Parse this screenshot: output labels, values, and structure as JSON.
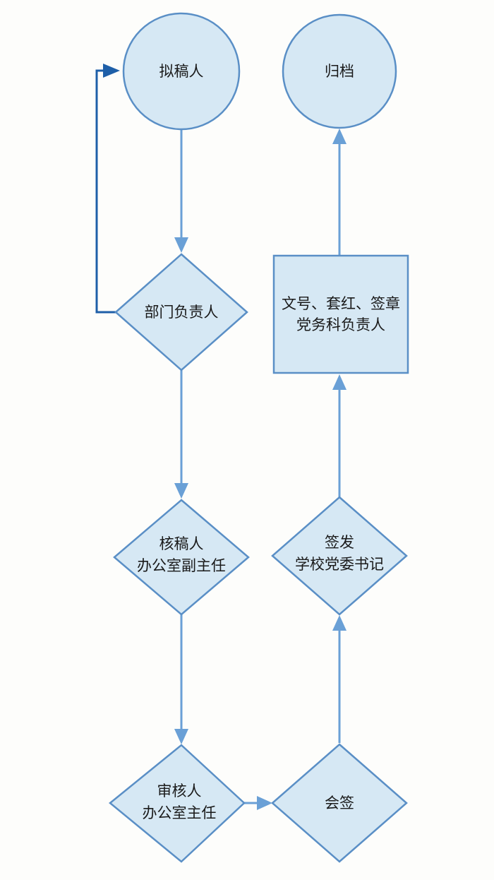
{
  "nodes": {
    "drafter": {
      "label": "拟稿人"
    },
    "dept_head": {
      "label": "部门负责人"
    },
    "reviewer": {
      "lines": [
        "核稿人",
        "办公室副主任"
      ]
    },
    "auditor": {
      "lines": [
        "审核人",
        "办公室主任"
      ]
    },
    "countersign": {
      "label": "会签"
    },
    "issuer": {
      "lines": [
        "签发",
        "学校党委书记"
      ]
    },
    "numbering": {
      "lines": [
        "文号、套红、签章",
        "党务科负责人"
      ]
    },
    "archive": {
      "label": "归档"
    }
  },
  "colors": {
    "node_fill": "#d6e8f4",
    "node_stroke": "#5a8fc6",
    "arrow": "#6aa0d6",
    "return_arrow": "#1e5fa8"
  }
}
